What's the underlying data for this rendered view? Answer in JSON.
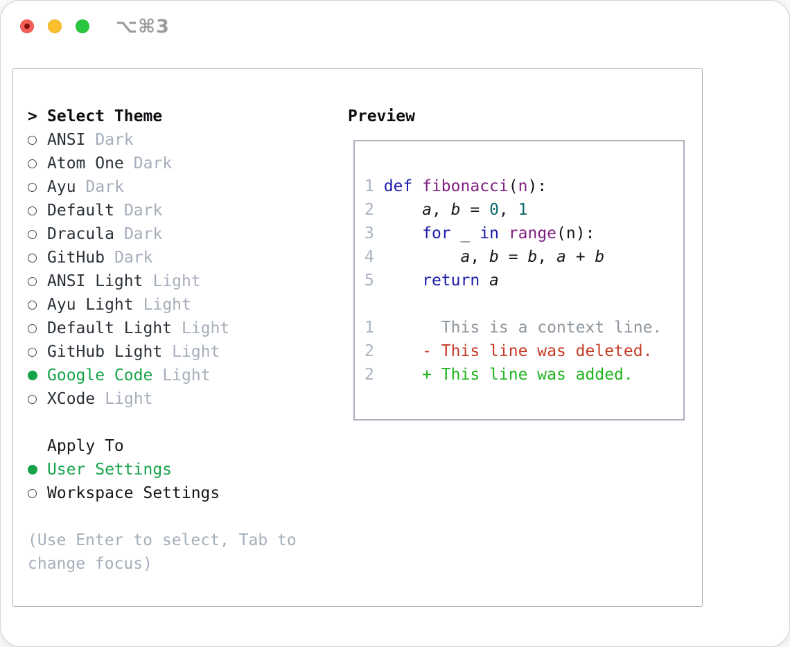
{
  "window": {
    "title": "⌥⌘3"
  },
  "theme_panel": {
    "header_prefix": ">",
    "header": "Select Theme",
    "themes": [
      {
        "name": "ANSI",
        "variant": "Dark",
        "selected": false
      },
      {
        "name": "Atom One",
        "variant": "Dark",
        "selected": false
      },
      {
        "name": "Ayu",
        "variant": "Dark",
        "selected": false
      },
      {
        "name": "Default",
        "variant": "Dark",
        "selected": false
      },
      {
        "name": "Dracula",
        "variant": "Dark",
        "selected": false
      },
      {
        "name": "GitHub",
        "variant": "Dark",
        "selected": false
      },
      {
        "name": "ANSI Light",
        "variant": "Light",
        "selected": false
      },
      {
        "name": "Ayu Light",
        "variant": "Light",
        "selected": false
      },
      {
        "name": "Default Light",
        "variant": "Light",
        "selected": false
      },
      {
        "name": "GitHub Light",
        "variant": "Light",
        "selected": false
      },
      {
        "name": "Google Code",
        "variant": "Light",
        "selected": true
      },
      {
        "name": "XCode",
        "variant": "Light",
        "selected": false
      }
    ],
    "apply_to_header": "Apply To",
    "apply_to_options": [
      {
        "label": "User Settings",
        "selected": true
      },
      {
        "label": "Workspace Settings",
        "selected": false
      }
    ],
    "help_text": "(Use Enter to select, Tab to change focus)"
  },
  "preview": {
    "title": "Preview",
    "lines": [
      {
        "num": "1",
        "tokens": [
          [
            "def",
            "kw"
          ],
          [
            " ",
            "pl"
          ],
          [
            "fibonacci",
            "fn"
          ],
          [
            "(",
            "pl"
          ],
          [
            "n",
            "fn"
          ],
          [
            "):",
            "pl"
          ]
        ]
      },
      {
        "num": "2",
        "tokens": [
          [
            "    ",
            "pl"
          ],
          [
            "a",
            "var"
          ],
          [
            ", ",
            "pl"
          ],
          [
            "b",
            "var"
          ],
          [
            " = ",
            "pl"
          ],
          [
            "0",
            "lit"
          ],
          [
            ", ",
            "pl"
          ],
          [
            "1",
            "lit"
          ]
        ]
      },
      {
        "num": "3",
        "tokens": [
          [
            "    ",
            "pl"
          ],
          [
            "for",
            "kw"
          ],
          [
            " ",
            "pl"
          ],
          [
            "_",
            "pl"
          ],
          [
            " ",
            "pl"
          ],
          [
            "in",
            "kw"
          ],
          [
            " ",
            "pl"
          ],
          [
            "range",
            "fn"
          ],
          [
            "(n):",
            "pl"
          ]
        ]
      },
      {
        "num": "4",
        "tokens": [
          [
            "        ",
            "pl"
          ],
          [
            "a",
            "var"
          ],
          [
            ", ",
            "pl"
          ],
          [
            "b",
            "var"
          ],
          [
            " = ",
            "pl"
          ],
          [
            "b",
            "var"
          ],
          [
            ", ",
            "pl"
          ],
          [
            "a",
            "var"
          ],
          [
            " + ",
            "pl"
          ],
          [
            "b",
            "var"
          ]
        ]
      },
      {
        "num": "5",
        "tokens": [
          [
            "    ",
            "pl"
          ],
          [
            "return",
            "kw"
          ],
          [
            " ",
            "pl"
          ],
          [
            "a",
            "var"
          ]
        ]
      },
      {
        "num": "",
        "tokens": []
      },
      {
        "num": "1",
        "tokens": [
          [
            "      This is a context line.",
            "ctx"
          ]
        ]
      },
      {
        "num": "2",
        "tokens": [
          [
            "    ",
            "pl"
          ],
          [
            "- This line was deleted.",
            "del"
          ]
        ]
      },
      {
        "num": "2",
        "tokens": [
          [
            "    ",
            "pl"
          ],
          [
            "+ This line was added.",
            "add"
          ]
        ]
      }
    ]
  },
  "colors": {
    "keyword": "#1d1ba9",
    "function": "#811f81",
    "literal": "#0f6a6d",
    "plain": "#17191c",
    "context": "#8e969e",
    "deleted": "#c63b26",
    "added": "#1db41d",
    "line_number": "#a9b3c1",
    "variant_label": "#a5aeba",
    "selected_green": "#16a34a",
    "panel_border": "#a9b1ba",
    "traffic_red": "#f65f57",
    "traffic_yellow": "#fbbe2e",
    "traffic_green": "#2ac63f"
  }
}
